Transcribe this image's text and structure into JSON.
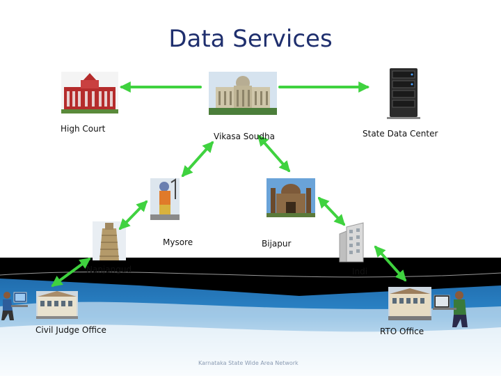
{
  "title": "Data Services",
  "nodes": {
    "high_court": "High Court",
    "vikasa_soudha": "Vikasa Soudha",
    "state_data_center": "State Data Center",
    "mysore": "Mysore",
    "bijapur": "Bijapur",
    "nanjangud": "Nanjangud",
    "indi": "Indi",
    "civil_judge_office": "Civil Judge Office",
    "rto_office": "RTO Office"
  },
  "footer": "Karnataka State Wide Area Network",
  "colors": {
    "title": "#1f2f6e",
    "arrow": "#3fd23f",
    "band_dark": "#000000",
    "band_blue": "#1f6fb3"
  }
}
